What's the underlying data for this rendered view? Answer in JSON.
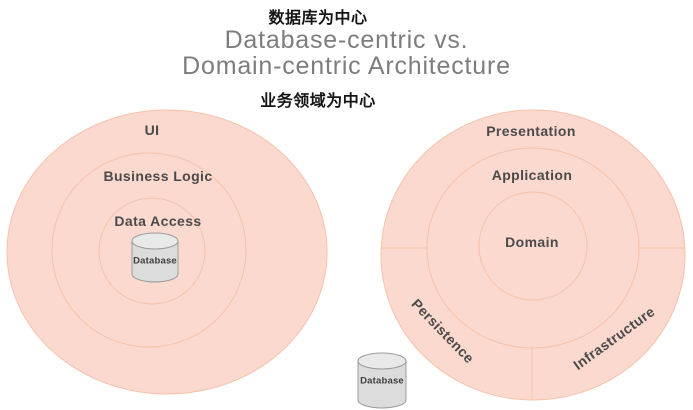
{
  "header": {
    "top_caption_zh": "数据库为中心",
    "title_line1": "Database-centric vs.",
    "title_line2": "Domain-centric Architecture",
    "bottom_caption_zh": "业务领域为中心"
  },
  "colors": {
    "circle_fill": "#fcd9cf",
    "circle_stroke": "#f5c2aa",
    "label_text": "#4a4a4a",
    "title_text": "#7d7d7d",
    "zh_text": "#161616",
    "cylinder_fill": "#dcdcdc",
    "cylinder_top_fill": "#e9e9e9",
    "cylinder_stroke": "#9b9b9b",
    "db_text": "#3d3d3d"
  },
  "left_diagram": {
    "layers": {
      "outer": "UI",
      "middle": "Business Logic",
      "inner": "Data Access"
    },
    "database_label": "Database"
  },
  "right_diagram": {
    "layers": {
      "outer": "Presentation",
      "middle": "Application",
      "inner": "Domain"
    },
    "segments": {
      "lower_left": "Persistence",
      "lower_right": "Infrastructure"
    },
    "database_label": "Database"
  }
}
